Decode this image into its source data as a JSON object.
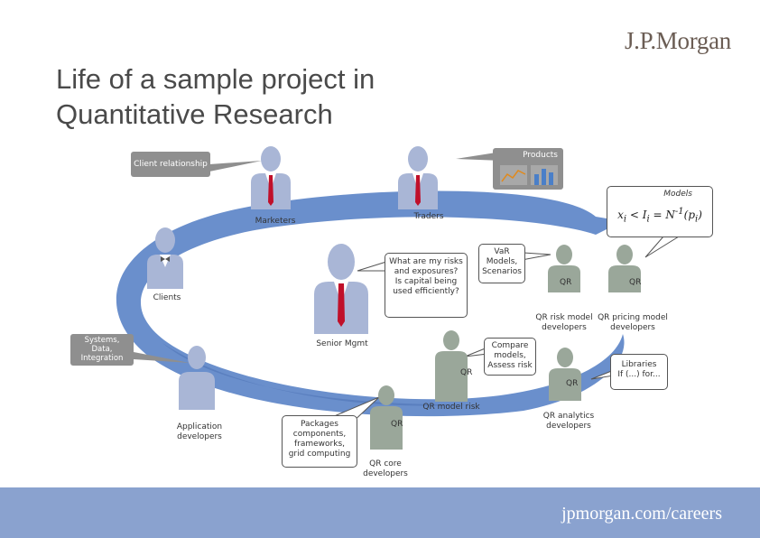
{
  "header": {
    "title_line1": "Life of a sample project in",
    "title_line2": "Quantitative Research",
    "brand": "J.P.Morgan"
  },
  "footer": {
    "url": "jpmorgan.com/careers"
  },
  "colors": {
    "ring": "#6a8fcc",
    "footer": "#8aa2cf",
    "gray_callout": "#8f8f8f",
    "person_blue": "#a9b6d6",
    "person_green": "#9aa79a",
    "tie": "#c0102a"
  },
  "callouts": {
    "client_relationship": "Client relationship",
    "products": "Products",
    "models": "Models",
    "models_formula": "x_i < I_i = N^-1(p_i)",
    "systems": [
      "Systems,",
      "Data,",
      "Integration"
    ],
    "senior_question": [
      "What are my risks",
      "and exposures?",
      "Is capital being",
      "used efficiently?"
    ],
    "var": [
      "VaR",
      "Models,",
      "Scenarios"
    ],
    "compare": [
      "Compare",
      "models,",
      "Assess risk"
    ],
    "libraries": [
      "Libraries",
      "If (...) for..."
    ],
    "packages": [
      "Packages",
      "components,",
      "frameworks,",
      "grid computing"
    ]
  },
  "labels": {
    "marketers": "Marketers",
    "traders": "Traders",
    "clients": "Clients",
    "senior_mgmt": "Senior Mgmt",
    "qr": "QR",
    "qr_risk_model": [
      "QR risk model",
      "developers"
    ],
    "qr_pricing_model": [
      "QR pricing model",
      "developers"
    ],
    "qr_model_risk": "QR model risk",
    "qr_analytics": [
      "QR analytics",
      "developers"
    ],
    "qr_core": [
      "QR core",
      "developers"
    ],
    "application_developers": [
      "Application",
      "developers"
    ]
  },
  "icons": [
    "business-person-icon",
    "qr-person-icon",
    "bar-chart-icon",
    "line-chart-icon"
  ]
}
